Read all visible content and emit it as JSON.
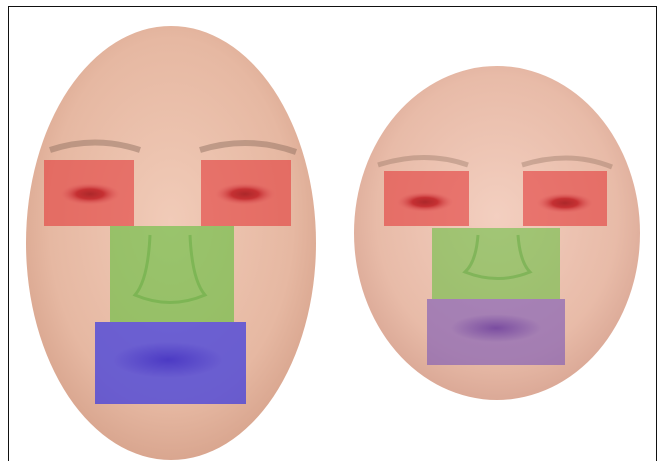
{
  "image": {
    "background": "#ffffff",
    "skin_tone": "#e9bfa8",
    "regions": {
      "eyes": {
        "color": "#e23b3b"
      },
      "nose": {
        "color": "#5fbf3a"
      },
      "mouth_left": {
        "color": "#3a3ae0"
      },
      "mouth_right": {
        "color": "#7a58b8"
      }
    },
    "faces": [
      {
        "id": "face-left",
        "shape": "tall oval"
      },
      {
        "id": "face-right",
        "shape": "round oval"
      }
    ]
  }
}
